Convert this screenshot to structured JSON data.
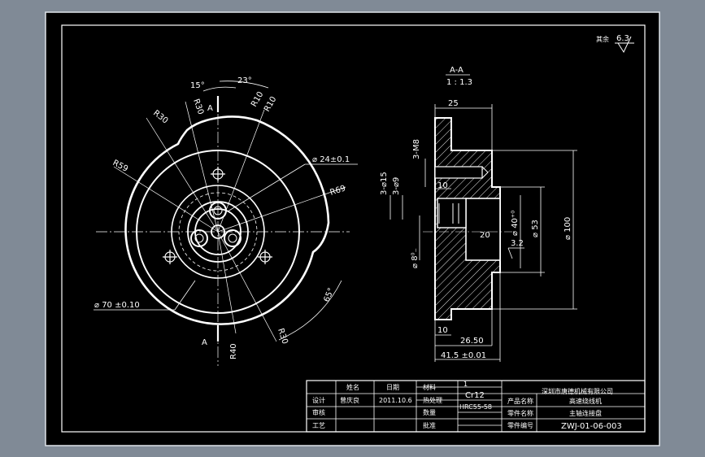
{
  "roughness": {
    "label": "其余",
    "value": "6.3"
  },
  "section": {
    "title": "A-A",
    "scale": "1 : 1.3"
  },
  "front_view": {
    "section_mark": "A",
    "angle_15": "15°",
    "angle_23": "23°",
    "angle_65": "65°",
    "r30_top": "R30",
    "r30_left": "R30",
    "r30_bottom": "R30",
    "r10_a": "R10",
    "r10_b": "R10",
    "r59": "R59",
    "r69": "R69",
    "r40": "R40",
    "d24": "⌀ 24±0.1",
    "d70": "⌀ 70 ±0.10"
  },
  "section_view": {
    "dim_25": "25",
    "dim_3m8": "3-M8",
    "dim_3d15": "3-⌀15",
    "dim_3d9": "3-⌀9",
    "dim_10a": "10",
    "dim_20": "20",
    "dim_d8": "⌀ 8⁰₋",
    "dim_d40": "⌀ 40⁺⁰",
    "dim_d53": "⌀ 53",
    "dim_d100": "⌀ 100",
    "dim_32": "3.2",
    "dim_10b": "10",
    "dim_2650": "26.50",
    "dim_415": "41.5 ±0.01"
  },
  "title_block": {
    "company": "深圳市唐德机械有限公司",
    "material": "Cr12",
    "hardness": "HRC55-58",
    "quantity": "1",
    "date": "2011.10.6",
    "product_name": "高速绕线机",
    "part_name": "主轴连接盘",
    "drawing_no": "ZWJ-01-06-003",
    "designer": "曾庆良",
    "c_design": "设计",
    "c_check": "审核",
    "c_process": "工艺",
    "c_approve": "批准",
    "c_name": "姓名",
    "c_date": "日期",
    "c_material": "材料",
    "c_heat": "热处理",
    "c_qty": "数量",
    "c_product": "产品名称",
    "c_part": "零件名称",
    "c_no": "零件编号"
  }
}
